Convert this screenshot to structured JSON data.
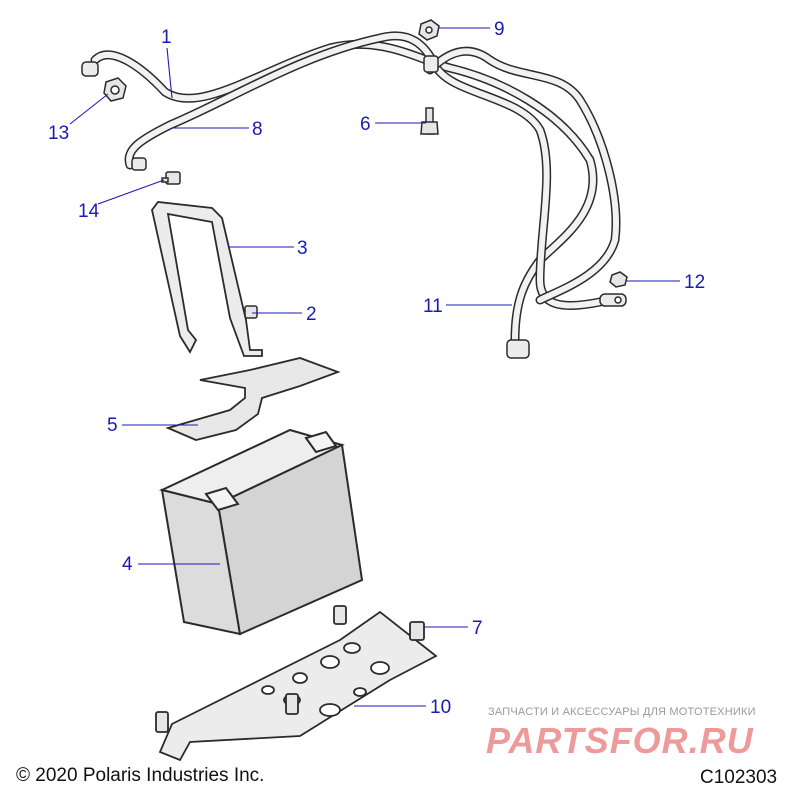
{
  "callouts": {
    "c1": "1",
    "c2": "2",
    "c3": "3",
    "c4": "4",
    "c5": "5",
    "c6": "6",
    "c7": "7",
    "c8": "8",
    "c9": "9",
    "c10": "10",
    "c11": "11",
    "c12": "12",
    "c13": "13",
    "c14": "14"
  },
  "footer": {
    "copyright": "© 2020 Polaris Industries Inc.",
    "diagram_id": "C102303"
  },
  "watermark": {
    "tagline": "ЗАПЧАСТИ И АКСЕССУАРЫ ДЛЯ МОТОТЕХНИКИ",
    "logo": "PARTSFOR.RU"
  },
  "colors": {
    "callout": "#1a1ab4",
    "line_art": "#2b2b2b",
    "part_fill": "#e6e6e6",
    "battery_fill": "#d9d9d9",
    "watermark": "#e04848"
  }
}
